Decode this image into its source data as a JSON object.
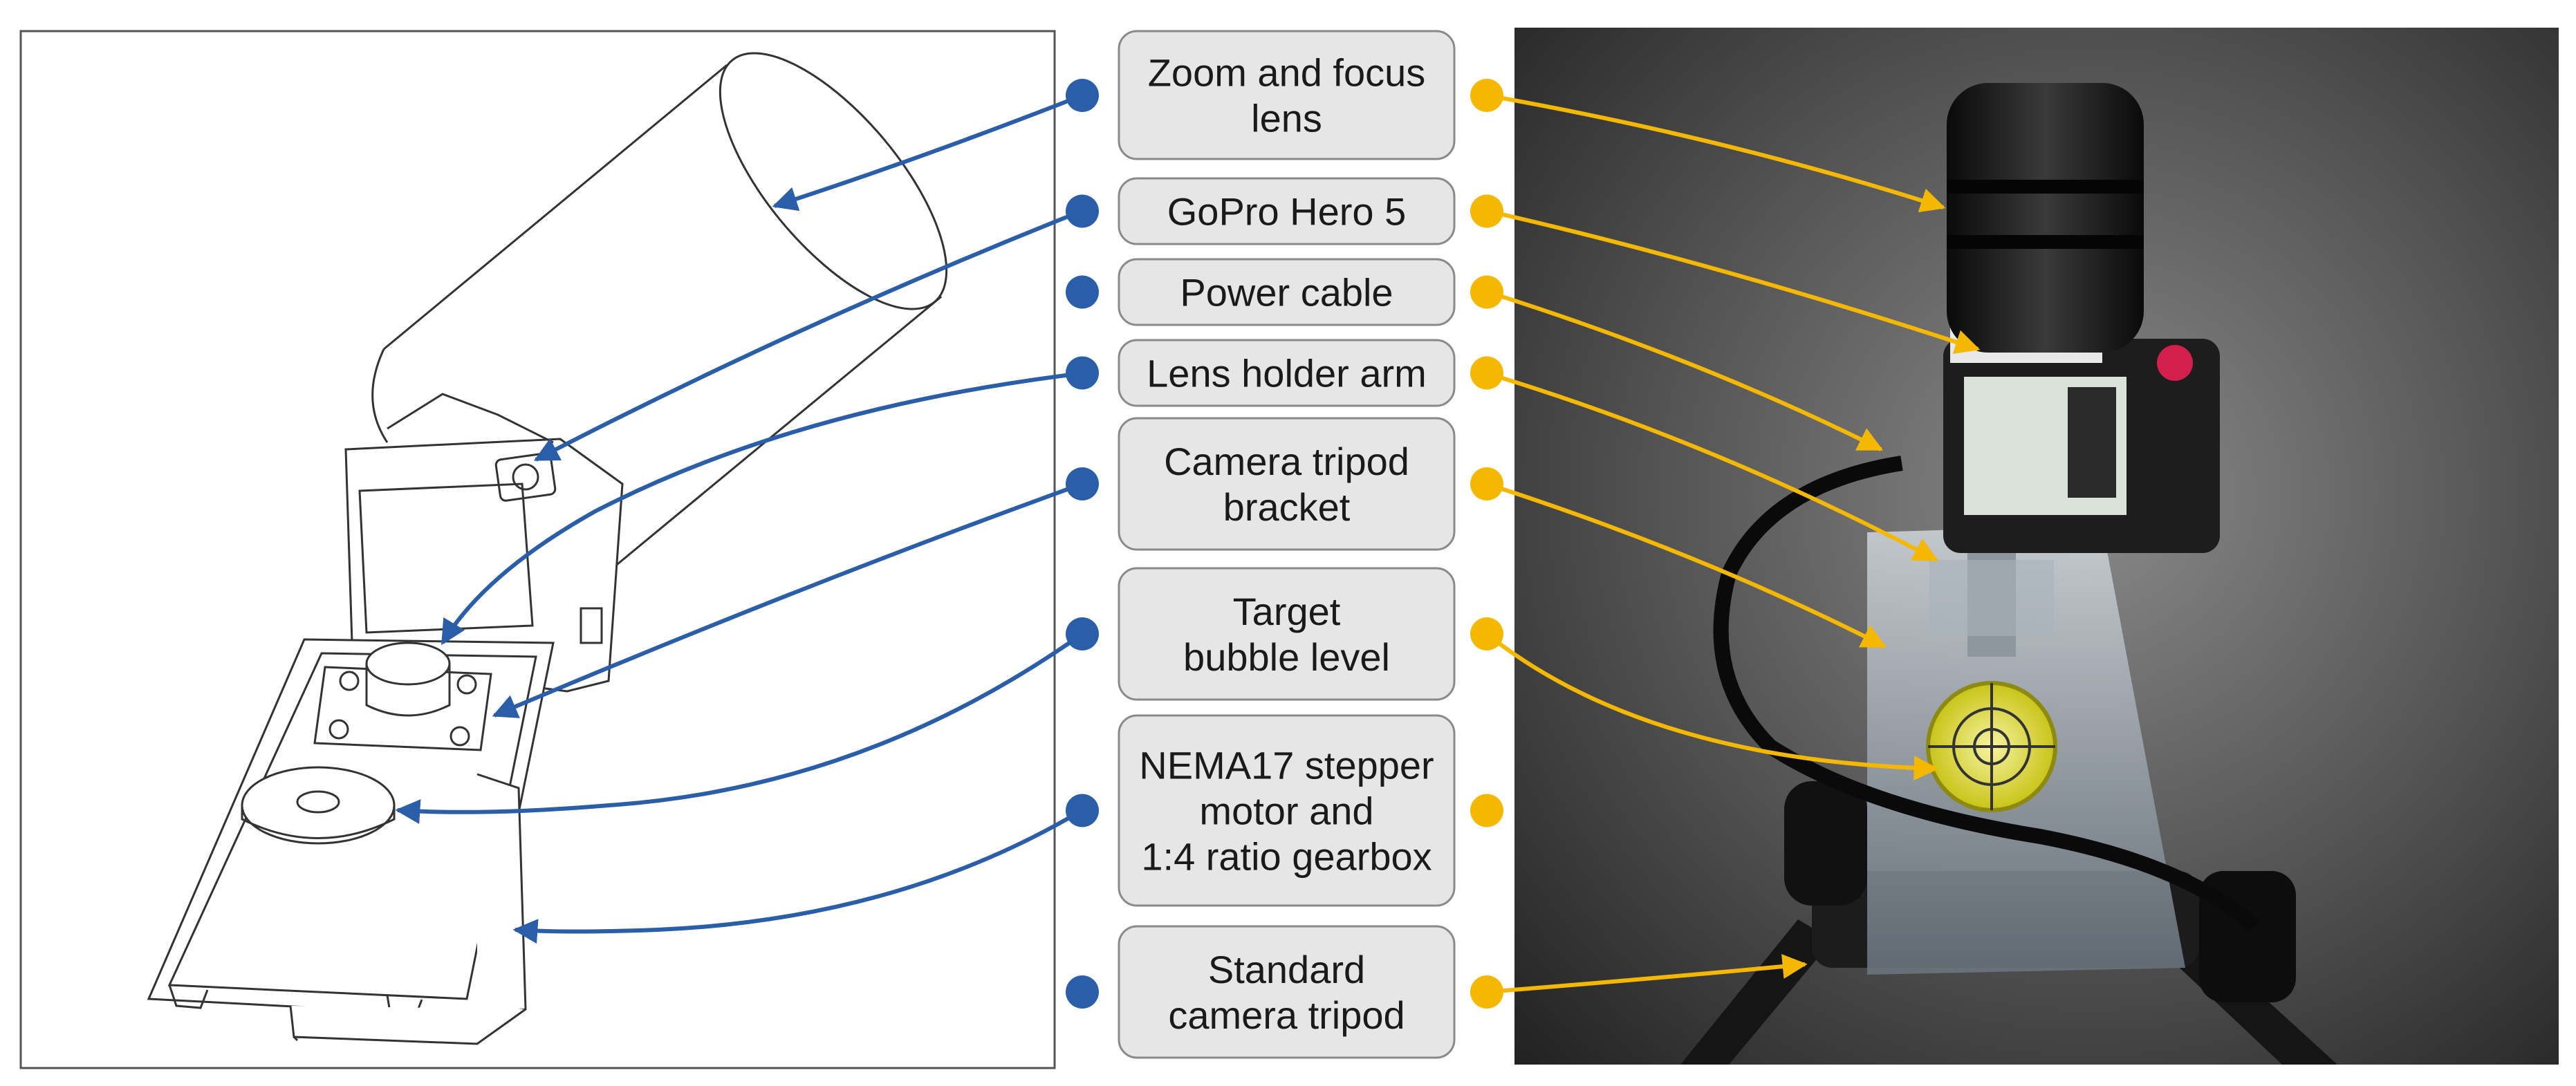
{
  "diagram": {
    "labels": [
      {
        "lines": [
          "Zoom and focus",
          "lens"
        ]
      },
      {
        "lines": [
          "GoPro Hero 5"
        ]
      },
      {
        "lines": [
          "Power cable"
        ]
      },
      {
        "lines": [
          "Lens holder arm"
        ]
      },
      {
        "lines": [
          "Camera tripod",
          "bracket"
        ]
      },
      {
        "lines": [
          "Target",
          "bubble level"
        ]
      },
      {
        "lines": [
          "NEMA17 stepper",
          "motor and",
          "1:4 ratio gearbox"
        ]
      },
      {
        "lines": [
          "Standard",
          "camera tripod"
        ]
      }
    ],
    "colors": {
      "cad_arrow": "#2a5ea8",
      "photo_arrow": "#f5b800",
      "label_fill": "#e6e6e6",
      "label_stroke": "#8a8a8a",
      "panel_border": "#555555",
      "photo_bg": "#3a3a3a"
    },
    "panels": {
      "left": "cad-drawing",
      "right": "photograph"
    }
  }
}
